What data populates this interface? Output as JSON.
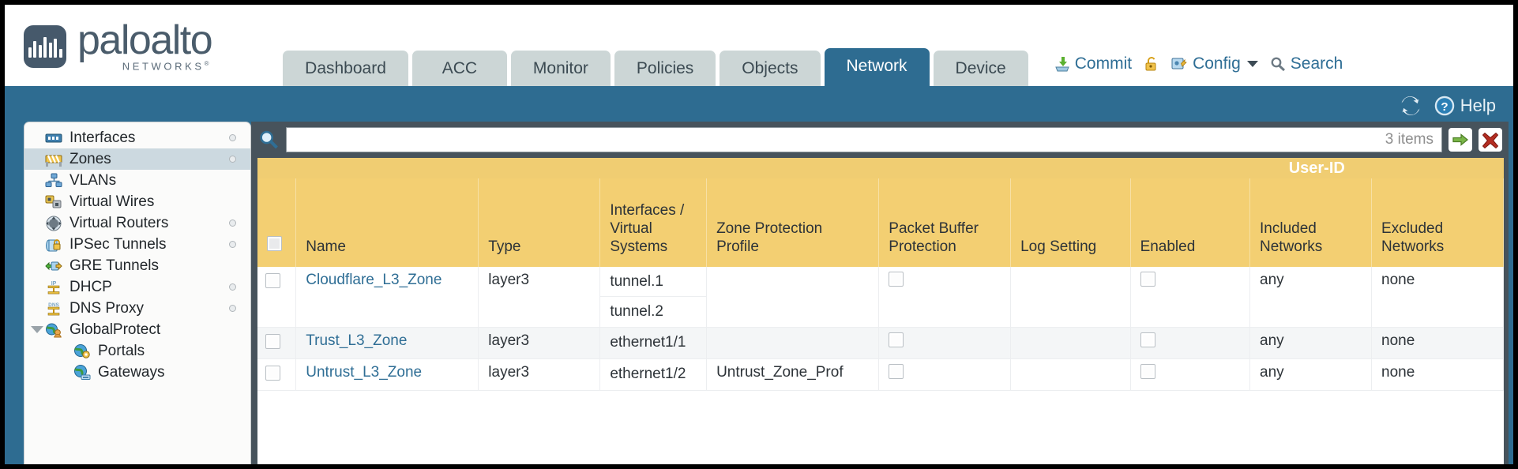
{
  "brand": {
    "word": "paloalto",
    "sub": "NETWORKS",
    "sup": "®"
  },
  "nav_tabs": [
    {
      "label": "Dashboard",
      "active": false
    },
    {
      "label": "ACC",
      "active": false
    },
    {
      "label": "Monitor",
      "active": false
    },
    {
      "label": "Policies",
      "active": false
    },
    {
      "label": "Objects",
      "active": false
    },
    {
      "label": "Network",
      "active": true
    },
    {
      "label": "Device",
      "active": false
    }
  ],
  "toolbar": {
    "commit_label": "Commit",
    "config_label": "Config",
    "search_label": "Search",
    "lock_icon": "padlock-icon"
  },
  "band": {
    "help_label": "Help",
    "refresh_icon": "refresh-icon"
  },
  "sidebar": {
    "items": [
      {
        "label": "Interfaces",
        "icon": "interfaces-icon",
        "selected": false,
        "dot": true,
        "child": false,
        "twisty": false
      },
      {
        "label": "Zones",
        "icon": "zones-icon",
        "selected": true,
        "dot": true,
        "child": false,
        "twisty": false
      },
      {
        "label": "VLANs",
        "icon": "vlans-icon",
        "selected": false,
        "dot": false,
        "child": false,
        "twisty": false
      },
      {
        "label": "Virtual Wires",
        "icon": "virtual-wires-icon",
        "selected": false,
        "dot": false,
        "child": false,
        "twisty": false
      },
      {
        "label": "Virtual Routers",
        "icon": "virtual-routers-icon",
        "selected": false,
        "dot": true,
        "child": false,
        "twisty": false
      },
      {
        "label": "IPSec Tunnels",
        "icon": "ipsec-tunnels-icon",
        "selected": false,
        "dot": true,
        "child": false,
        "twisty": false
      },
      {
        "label": "GRE Tunnels",
        "icon": "gre-tunnels-icon",
        "selected": false,
        "dot": false,
        "child": false,
        "twisty": false
      },
      {
        "label": "DHCP",
        "icon": "dhcp-icon",
        "selected": false,
        "dot": true,
        "child": false,
        "twisty": false
      },
      {
        "label": "DNS Proxy",
        "icon": "dns-proxy-icon",
        "selected": false,
        "dot": true,
        "child": false,
        "twisty": false
      },
      {
        "label": "GlobalProtect",
        "icon": "globalprotect-icon",
        "selected": false,
        "dot": false,
        "child": false,
        "twisty": true
      },
      {
        "label": "Portals",
        "icon": "portals-icon",
        "selected": false,
        "dot": false,
        "child": true,
        "twisty": false
      },
      {
        "label": "Gateways",
        "icon": "gateways-icon",
        "selected": false,
        "dot": false,
        "child": true,
        "twisty": false
      }
    ]
  },
  "search": {
    "value": "",
    "placeholder": "",
    "items_count": "3 items"
  },
  "table": {
    "group_header": "User-ID",
    "columns": [
      "Name",
      "Type",
      "Interfaces / Virtual Systems",
      "Zone Protection Profile",
      "Packet Buffer Protection",
      "Log Setting",
      "Enabled",
      "Included Networks",
      "Excluded Networks"
    ],
    "rows": [
      {
        "name": "Cloudflare_L3_Zone",
        "type": "layer3",
        "interfaces": [
          "tunnel.1",
          "tunnel.2"
        ],
        "zone_protection_profile": "",
        "packet_buffer_protection": false,
        "log_setting": "",
        "userid_enabled": false,
        "included_networks": "any",
        "excluded_networks": "none",
        "alt": false
      },
      {
        "name": "Trust_L3_Zone",
        "type": "layer3",
        "interfaces": [
          "ethernet1/1"
        ],
        "zone_protection_profile": "",
        "packet_buffer_protection": false,
        "log_setting": "",
        "userid_enabled": false,
        "included_networks": "any",
        "excluded_networks": "none",
        "alt": true
      },
      {
        "name": "Untrust_L3_Zone",
        "type": "layer3",
        "interfaces": [
          "ethernet1/2"
        ],
        "zone_protection_profile": "Untrust_Zone_Prof",
        "packet_buffer_protection": false,
        "log_setting": "",
        "userid_enabled": false,
        "included_networks": "any",
        "excluded_networks": "none",
        "alt": false
      }
    ]
  },
  "colors": {
    "header_amber": "#f3cf72",
    "group_amber": "#ddaa3e",
    "brand_blue": "#2e6c91",
    "link_blue": "#2f6e95"
  }
}
